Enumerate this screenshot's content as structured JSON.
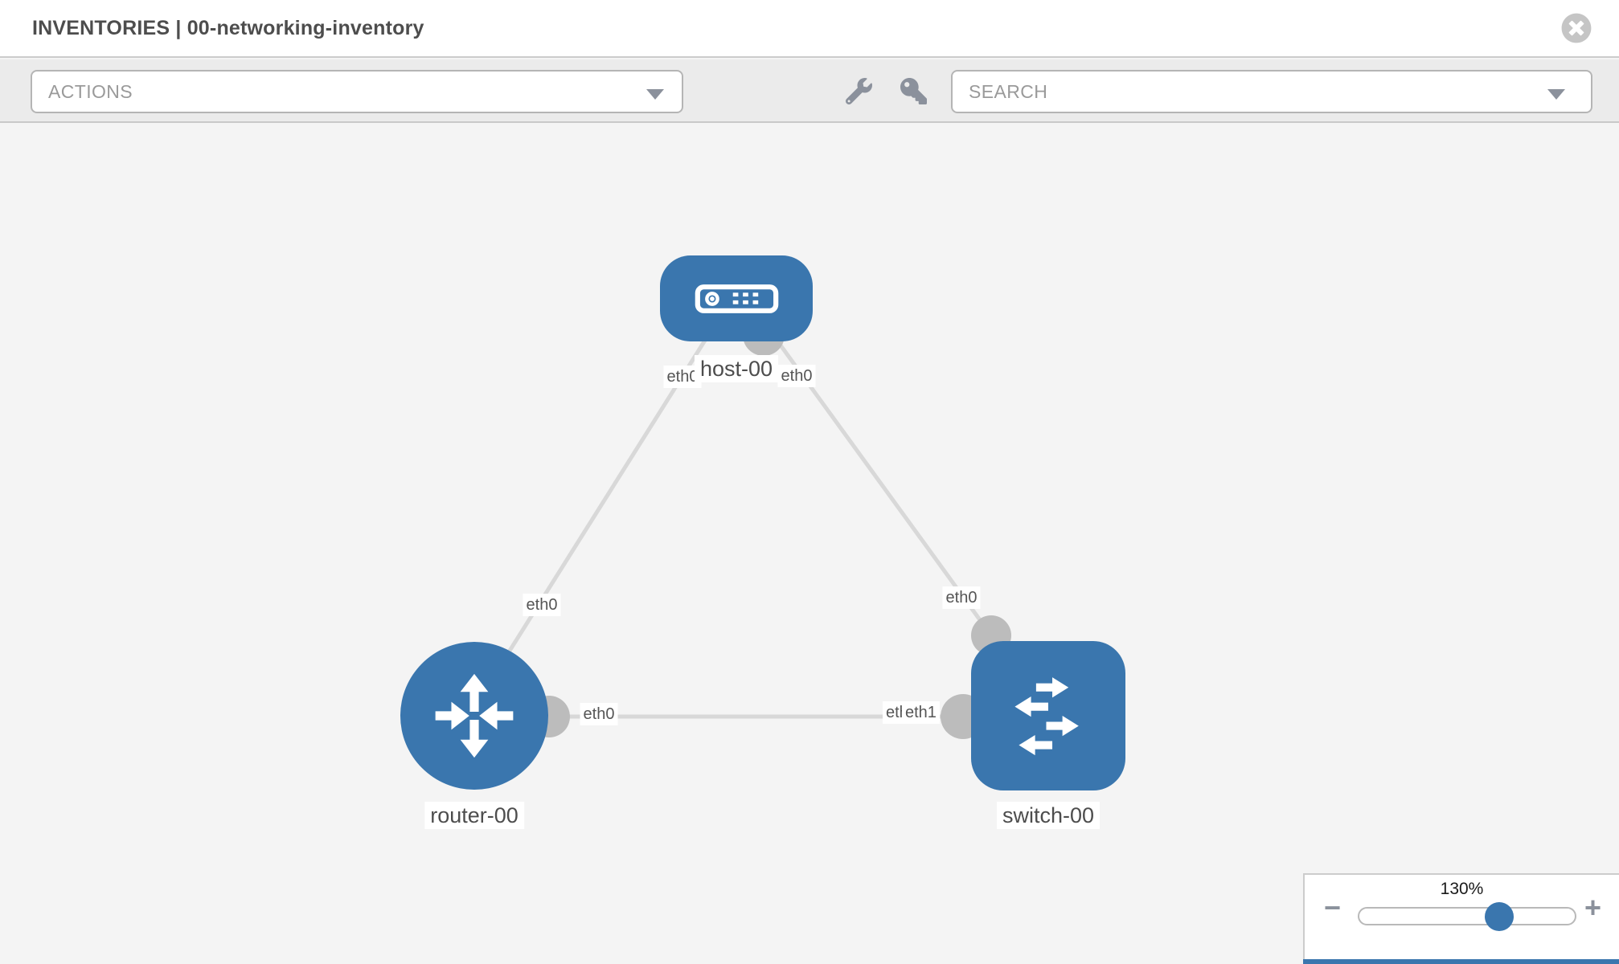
{
  "header": {
    "title": "INVENTORIES | 00-networking-inventory",
    "close_icon": "times-circle"
  },
  "toolbar": {
    "actions_dropdown": {
      "value": "ACTIONS"
    },
    "search_dropdown": {
      "value": "SEARCH"
    },
    "icons": [
      "wrench",
      "key"
    ]
  },
  "canvas": {
    "nodes": [
      {
        "label": "host-00",
        "type": "host",
        "icon": "host-device-icon"
      },
      {
        "label": "router-00",
        "type": "router",
        "icon": "router-arrows-icon"
      },
      {
        "label": "switch-00",
        "type": "switch",
        "icon": "switch-arrows-icon"
      }
    ],
    "links": [
      {
        "source": "host-00",
        "source_interface": "eth0",
        "target": "router-00",
        "target_interface": "eth0"
      },
      {
        "source": "host-00",
        "source_interface": "eth0",
        "target": "switch-00",
        "target_interface": "eth0"
      },
      {
        "source": "router-00",
        "source_interface": "eth0",
        "target": "switch-00",
        "target_interface": "eth1"
      }
    ],
    "iface_labels": [
      {
        "text": "eth0",
        "at": "host side of host-router link"
      },
      {
        "text": "eth0",
        "at": "host side of host-switch link"
      },
      {
        "text": "eth0",
        "at": "router side of host-router link"
      },
      {
        "text": "eth0",
        "at": "router side of router-switch link"
      },
      {
        "text": "eth0",
        "at": "switch side of host-switch link"
      },
      {
        "text": "eth0",
        "at": "switch side of router-switch link (partially hidden)"
      },
      {
        "text": "eth1",
        "at": "switch side of router-switch link (front)"
      }
    ]
  },
  "zoom_control": {
    "level": "130%",
    "minus_label": "−",
    "plus_label": "+"
  },
  "colors": {
    "node_blue": "#3a76ae",
    "link_gray": "#d8d8d8",
    "endpoint_gray": "#bcbcbc"
  }
}
